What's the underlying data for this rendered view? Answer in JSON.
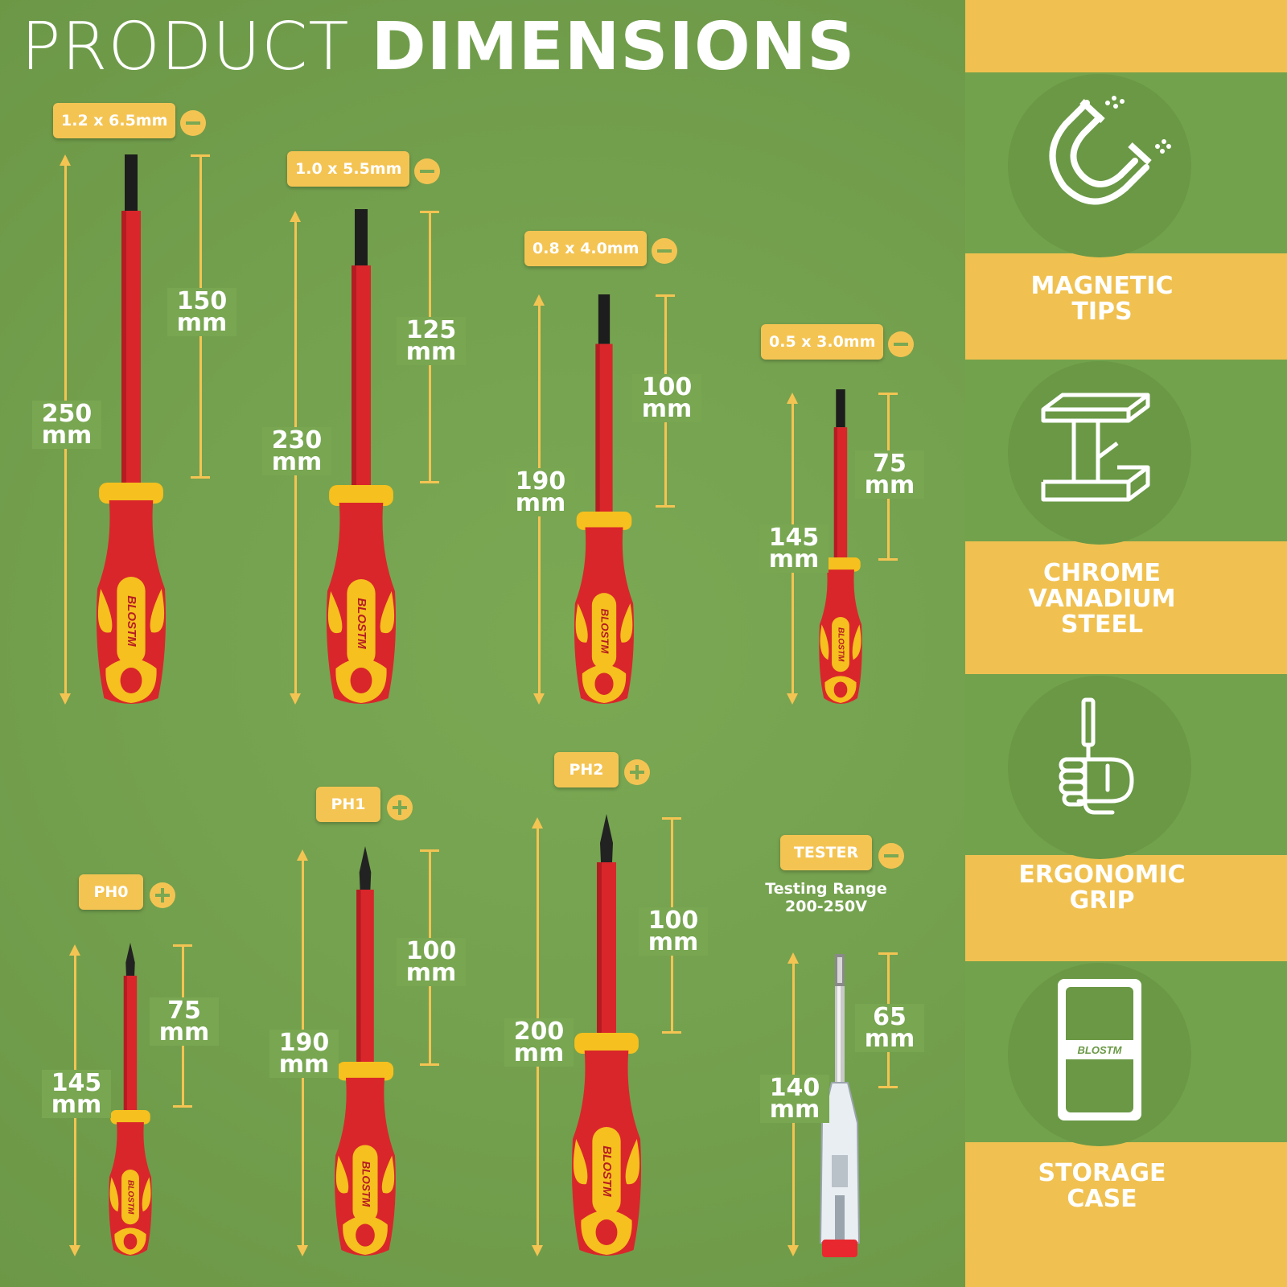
{
  "title": {
    "light": "PRODUCT",
    "bold": "DIMENSIONS"
  },
  "colors": {
    "background": "#74a14e",
    "accent": "#f4c453",
    "panel": "#f0c150",
    "handle_red": "#d9262b",
    "white": "#ffffff"
  },
  "tools": [
    {
      "tag": "1.2 x 6.5mm",
      "tip": "slotted",
      "icon": "minus-icon",
      "blade": "150\nmm",
      "total": "250\nmm"
    },
    {
      "tag": "1.0 x 5.5mm",
      "tip": "slotted",
      "icon": "minus-icon",
      "blade": "125\nmm",
      "total": "230\nmm"
    },
    {
      "tag": "0.8 x 4.0mm",
      "tip": "slotted",
      "icon": "minus-icon",
      "blade": "100\nmm",
      "total": "190\nmm"
    },
    {
      "tag": "0.5 x 3.0mm",
      "tip": "slotted",
      "icon": "minus-icon",
      "blade": "75\nmm",
      "total": "145\nmm"
    },
    {
      "tag": "PH0",
      "tip": "phillips",
      "icon": "plus-icon",
      "blade": "75\nmm",
      "total": "145\nmm"
    },
    {
      "tag": "PH1",
      "tip": "phillips",
      "icon": "plus-icon",
      "blade": "100\nmm",
      "total": "190\nmm"
    },
    {
      "tag": "PH2",
      "tip": "phillips",
      "icon": "plus-icon",
      "blade": "100\nmm",
      "total": "200\nmm"
    },
    {
      "tag": "TESTER",
      "tip": "tester",
      "icon": "minus-icon",
      "blade": "65\nmm",
      "total": "140\nmm",
      "sub": "Testing Range\n200-250V"
    }
  ],
  "brand": "BLOSTM",
  "features": [
    {
      "label": "MAGNETIC\nTIPS",
      "icon": "magnet-icon"
    },
    {
      "label": "CHROME\nVANADIUM\nSTEEL",
      "icon": "steel-beam-icon"
    },
    {
      "label": "ERGONOMIC\nGRIP",
      "icon": "hand-grip-icon"
    },
    {
      "label": "STORAGE\nCASE",
      "icon": "storage-case-icon"
    }
  ]
}
